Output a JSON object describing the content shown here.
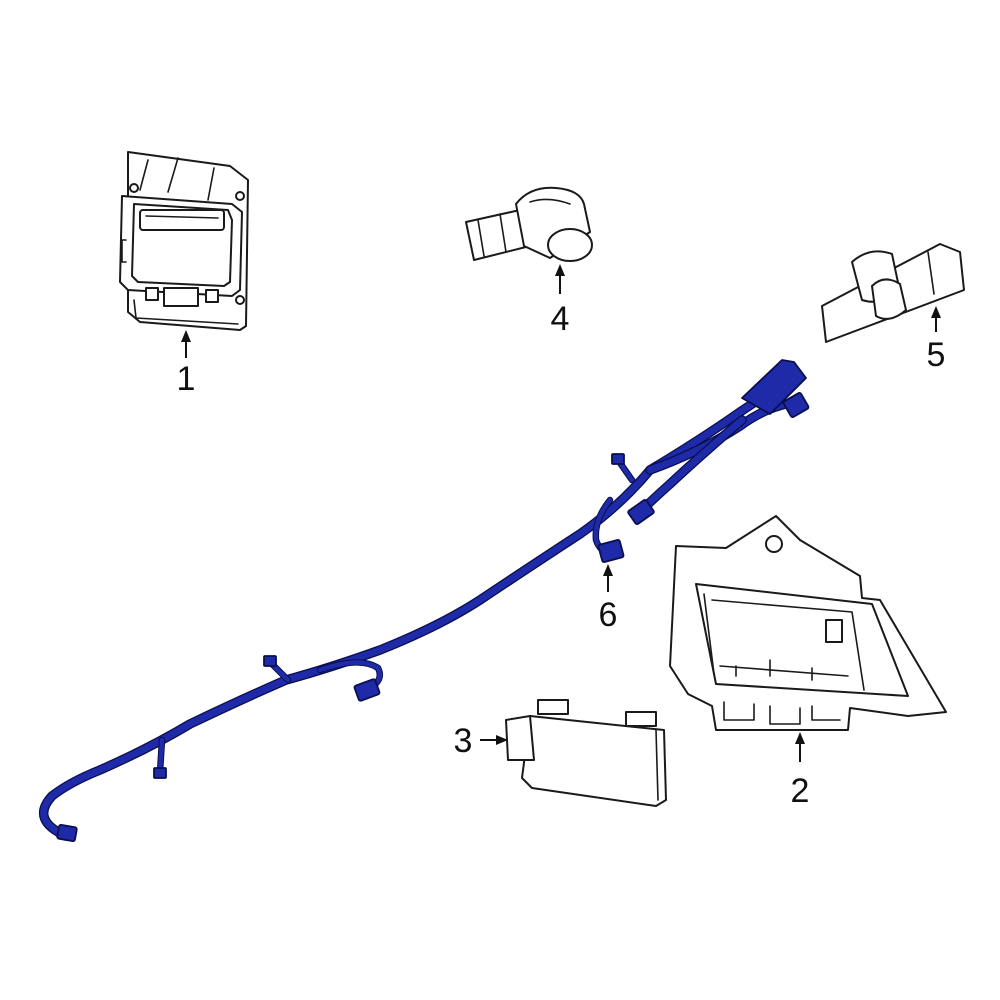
{
  "diagram": {
    "colors": {
      "highlight": "#1e2aa8",
      "outline": "#1a1a1a",
      "background": "#ffffff"
    },
    "callouts": [
      {
        "id": "1",
        "label": "1"
      },
      {
        "id": "2",
        "label": "2"
      },
      {
        "id": "3",
        "label": "3"
      },
      {
        "id": "4",
        "label": "4"
      },
      {
        "id": "5",
        "label": "5"
      },
      {
        "id": "6",
        "label": "6"
      }
    ]
  }
}
